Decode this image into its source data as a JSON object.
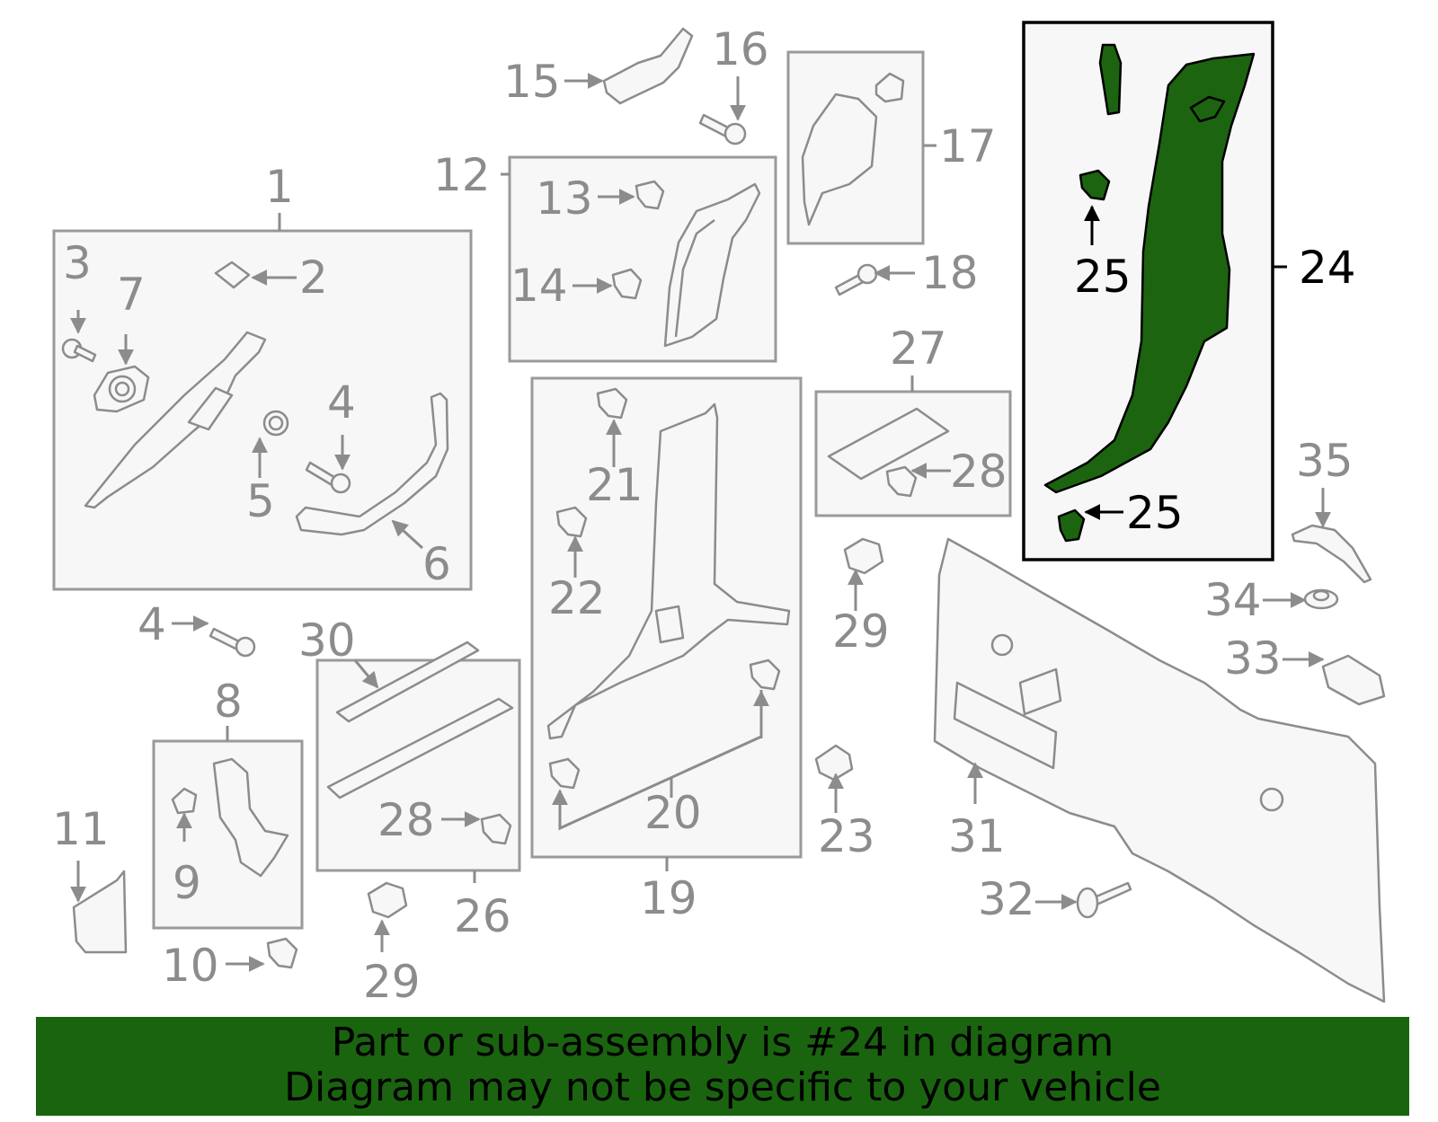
{
  "callouts": {
    "c1": "1",
    "c2": "2",
    "c3": "3",
    "c4": "4",
    "c4b": "4",
    "c5": "5",
    "c6": "6",
    "c7": "7",
    "c8": "8",
    "c9": "9",
    "c10": "10",
    "c11": "11",
    "c12": "12",
    "c13": "13",
    "c14": "14",
    "c15": "15",
    "c16": "16",
    "c17": "17",
    "c18": "18",
    "c19": "19",
    "c20": "20",
    "c21": "21",
    "c22": "22",
    "c23": "23",
    "c24": "24",
    "c25a": "25",
    "c25b": "25",
    "c26": "26",
    "c27": "27",
    "c28a": "28",
    "c28b": "28",
    "c29a": "29",
    "c29b": "29",
    "c30": "30",
    "c31": "31",
    "c32": "32",
    "c33": "33",
    "c34": "34",
    "c35": "35"
  },
  "highlight": {
    "part_number": "24",
    "color": "#1a640f"
  },
  "banner": {
    "line1": "Part or sub-assembly is #24 in diagram",
    "line2": "Diagram may not be specific to your vehicle"
  }
}
